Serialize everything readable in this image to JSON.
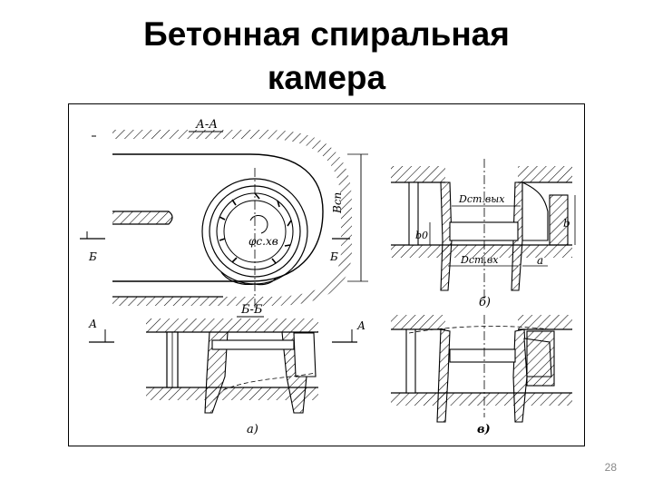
{
  "slide": {
    "title_line1": "Бетонная спиральная",
    "title_line2": "камера",
    "page_number": "28"
  },
  "figure": {
    "labels": {
      "section_aa": "А-А",
      "section_bb": "Б-Б",
      "b_left": "Б",
      "b_right": "Б",
      "a_left": "А",
      "a_right": "А",
      "b_sp": "Bсп",
      "phi": "φс.хв",
      "d_out": "Dст.вых",
      "d_in": "Dст.вх",
      "b0": "b0",
      "b": "b",
      "a": "a",
      "sub_a": "а)",
      "sub_b": "б)",
      "sub_c": "в)"
    }
  }
}
